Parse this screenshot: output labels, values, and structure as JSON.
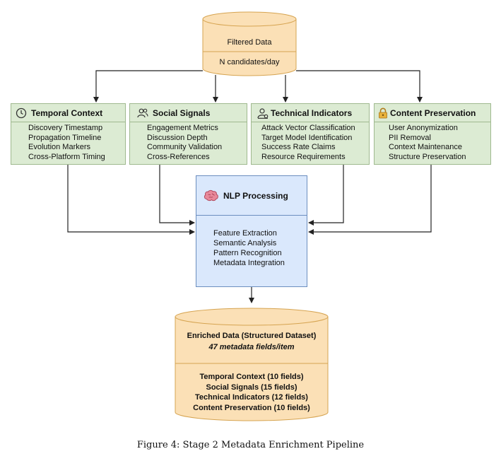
{
  "source": {
    "title": "Filtered Data",
    "subtitle": "N candidates/day"
  },
  "categories": [
    {
      "title": "Temporal Context",
      "icon": "clock-icon",
      "items": [
        "Discovery Timestamp",
        "Propagation Timeline",
        "Evolution Markers",
        "Cross-Platform Timing"
      ]
    },
    {
      "title": "Social Signals",
      "icon": "people-icon",
      "items": [
        "Engagement Metrics",
        "Discussion Depth",
        "Community Validation",
        "Cross-References"
      ]
    },
    {
      "title": "Technical Indicators",
      "icon": "user-gear-icon",
      "items": [
        "Attack Vector Classification",
        "Target Model Identification",
        "Success Rate Claims",
        "Resource Requirements"
      ]
    },
    {
      "title": "Content Preservation",
      "icon": "lock-icon",
      "items": [
        "User Anonymization",
        "PII Removal",
        "Context Maintenance",
        "Structure Preservation"
      ]
    }
  ],
  "processing": {
    "title": "NLP Processing",
    "icon": "brain-icon",
    "items": [
      "Feature Extraction",
      "Semantic Analysis",
      "Pattern Recognition",
      "Metadata Integration"
    ]
  },
  "output": {
    "title": "Enriched Data (Structured Dataset)",
    "subtitle": "47 metadata fields/item",
    "fields": [
      "Temporal Context (10 fields)",
      "Social Signals (15 fields)",
      "Technical Indicators (12 fields)",
      "Content Preservation (10 fields)"
    ]
  },
  "caption": "Figure 4: Stage 2 Metadata Enrichment Pipeline",
  "colors": {
    "cylinder_fill": "#fbe0b6",
    "cylinder_stroke": "#d6a451",
    "category_fill": "#dcebd3",
    "nlp_fill": "#dae8fc"
  }
}
